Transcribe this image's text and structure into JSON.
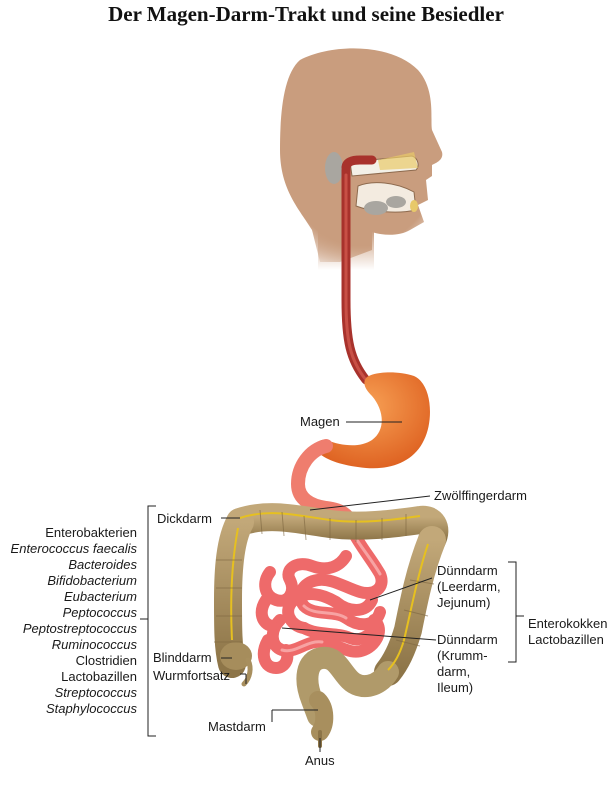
{
  "title": "Der Magen-Darm-Trakt und seine Besiedler",
  "labels": {
    "magen": "Magen",
    "zwoelffingerdarm": "Zwölffingerdarm",
    "dickdarm": "Dickdarm",
    "duenndarm_leer": [
      "Dünndarm",
      "(Leerdarm,",
      "Jejunum)"
    ],
    "duenndarm_krumm": [
      "Dünndarm",
      "(Krumm-",
      "darm,",
      "Ileum)"
    ],
    "blinddarm": "Blinddarm",
    "wurmfortsatz": "Wurmfortsatz",
    "mastdarm": "Mastdarm",
    "anus": "Anus"
  },
  "left_bacteria": [
    {
      "text": "Enterobakterien",
      "italic": false
    },
    {
      "text": "Enterococcus faecalis",
      "italic": true
    },
    {
      "text": "Bacteroides",
      "italic": true
    },
    {
      "text": "Bifidobacterium",
      "italic": true
    },
    {
      "text": "Eubacterium",
      "italic": true
    },
    {
      "text": "Peptococcus",
      "italic": true
    },
    {
      "text": "Peptostreptococcus",
      "italic": true
    },
    {
      "text": "Ruminococcus",
      "italic": true
    },
    {
      "text": "Clostridien",
      "italic": false
    },
    {
      "text": "Lactobazillen",
      "italic": false
    },
    {
      "text": "Streptococcus",
      "italic": true
    },
    {
      "text": "Staphylococcus",
      "italic": true
    }
  ],
  "right_bacteria": [
    "Enterokokken",
    "Lactobazillen"
  ],
  "colors": {
    "skin": "#c79a7a",
    "esophagus": "#a8322c",
    "stomach": "#ec7a35",
    "small_intestine": "#ee6a6a",
    "colon": "#a89060",
    "colon_band": "#e6c020",
    "line": "#222222"
  }
}
